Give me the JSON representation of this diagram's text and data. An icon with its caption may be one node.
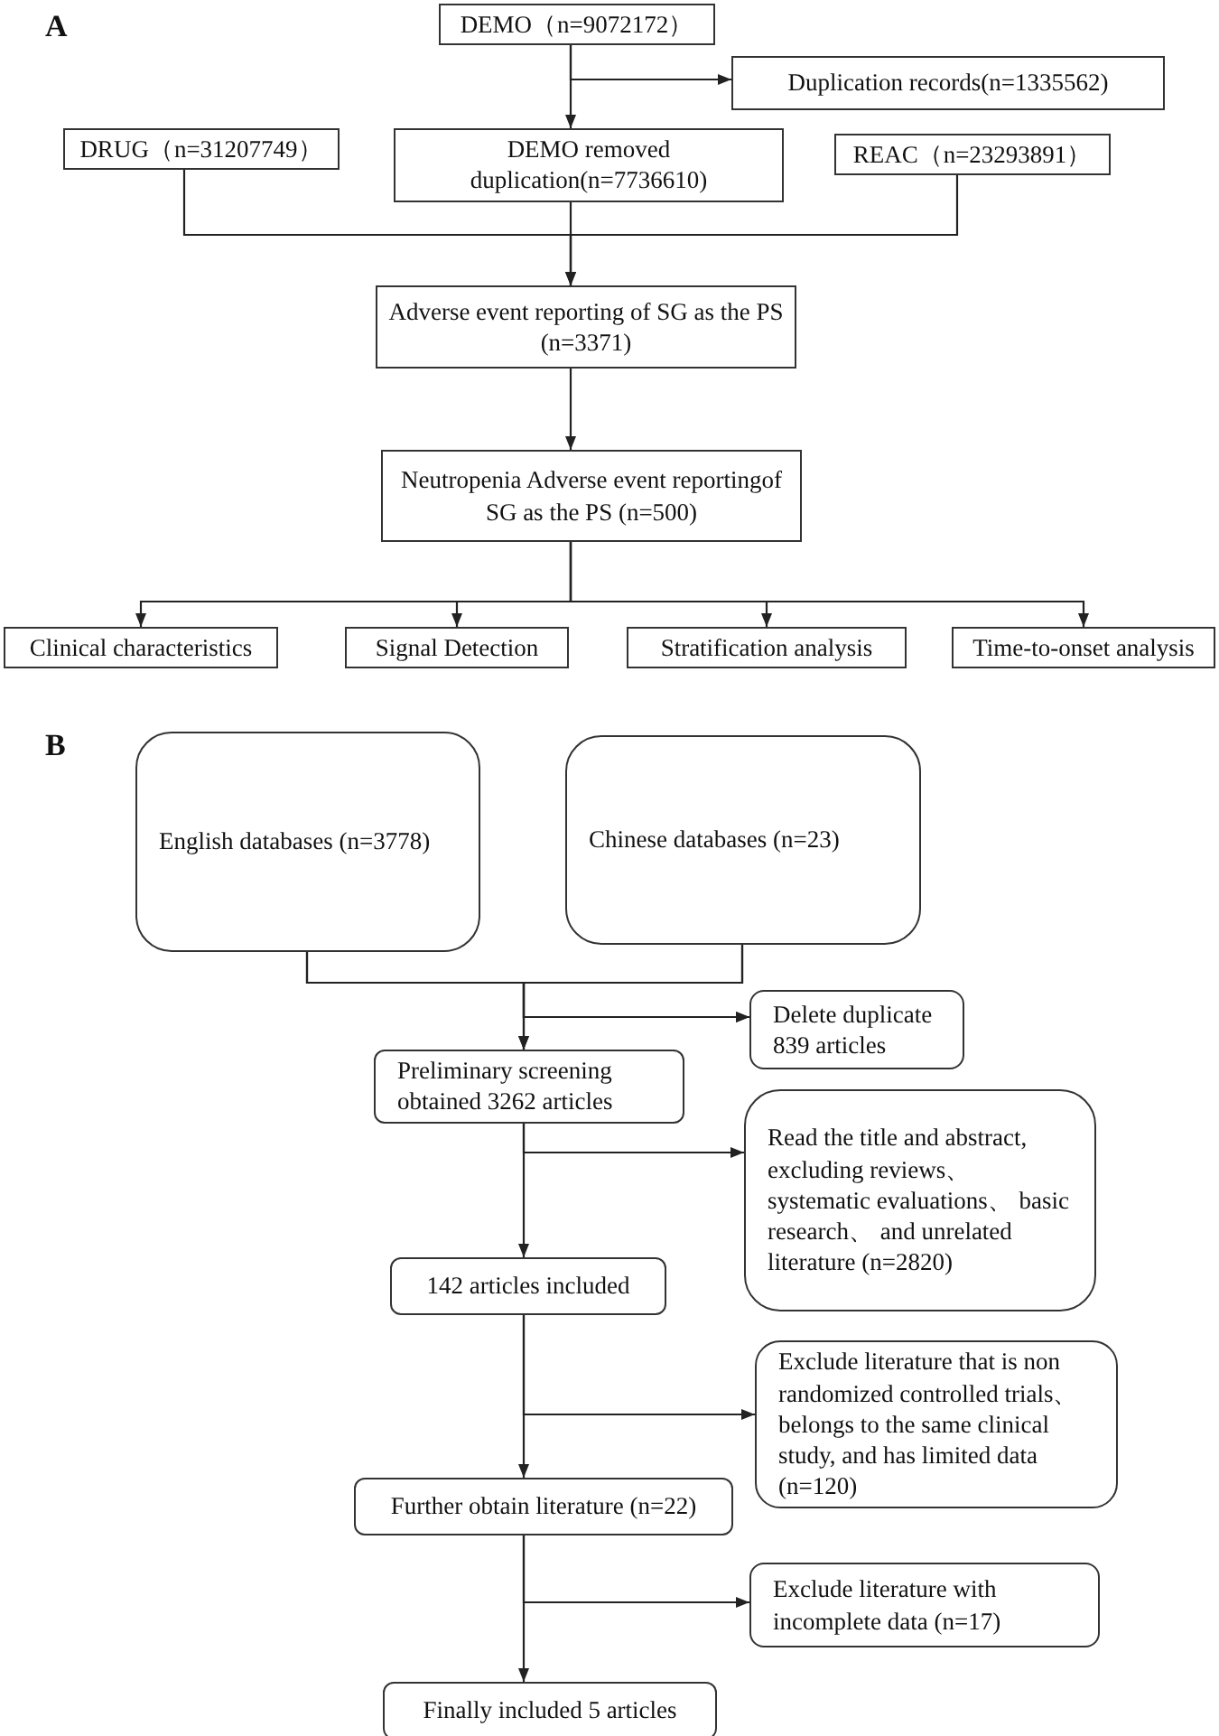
{
  "diagram": {
    "nodes": [
      {
        "text": [
          "DEMO（n=9072172）"
        ]
      },
      {
        "text": [
          "Duplication records(n=1335562)"
        ]
      },
      {
        "text": [
          "DRUG（n=31207749）"
        ]
      },
      {
        "text": [
          "DEMO removed duplication(n=7736610)"
        ]
      },
      {
        "text": [
          "REAC（n=23293891）"
        ]
      },
      {
        "text": [
          "Adverse event reporting of SG as the PS (n=3371)"
        ]
      },
      {
        "text": [
          "Neutropenia Adverse event reportingof SG as the PS (n=500)"
        ]
      },
      {
        "text": [
          "Clinical characteristics"
        ]
      },
      {
        "text": [
          "Signal Detection"
        ]
      },
      {
        "text": [
          "Stratification analysis"
        ]
      },
      {
        "text": [
          "Time-to-onset analysis"
        ]
      },
      {
        "text": [
          "English databases (n=3778)"
        ]
      },
      {
        "text": [
          "Chinese databases (n=23)"
        ]
      },
      {
        "text": [
          "Delete duplicate 839 articles"
        ]
      },
      {
        "text": [
          "Preliminary screening obtained 3262 articles"
        ]
      },
      {
        "text": [
          "Read the title and abstract, excluding reviews、 systematic evaluations、 basic research、 and unrelated literature (n=2820)"
        ]
      },
      {
        "text": [
          "142 articles included"
        ]
      },
      {
        "text": [
          "Exclude literature that is non randomized controlled trials、 belongs to the same clinical study, and has limited data (n=120)"
        ]
      },
      {
        "text": [
          "Further obtain literature (n=22)"
        ]
      },
      {
        "text": [
          "Exclude literature with incomplete data (n=17)"
        ]
      },
      {
        "text": [
          "Finally included 5 articles"
        ]
      }
    ],
    "edges": [
      {
        "from": 0,
        "to": 1,
        "arrow": "to"
      },
      {
        "from": 0,
        "to": 3,
        "arrow": "to"
      },
      {
        "from": 2,
        "to": 5,
        "arrow": "to"
      },
      {
        "from": 3,
        "to": 5,
        "arrow": "to"
      },
      {
        "from": 4,
        "to": 5,
        "arrow": "to"
      },
      {
        "from": 5,
        "to": 6,
        "arrow": "to"
      },
      {
        "from": 6,
        "to": 7,
        "arrow": "to"
      },
      {
        "from": 6,
        "to": 8,
        "arrow": "to"
      },
      {
        "from": 6,
        "to": 9,
        "arrow": "to"
      },
      {
        "from": 6,
        "to": 10,
        "arrow": "to"
      },
      {
        "from": 11,
        "to": 14,
        "arrow": "to"
      },
      {
        "from": 12,
        "to": 14,
        "arrow": "to"
      },
      {
        "from": 11,
        "to": 13,
        "arrow": "to"
      },
      {
        "from": 12,
        "to": 13,
        "arrow": "to"
      },
      {
        "from": 14,
        "to": 15,
        "arrow": "to"
      },
      {
        "from": 14,
        "to": 16,
        "arrow": "to"
      },
      {
        "from": 16,
        "to": 17,
        "arrow": "to"
      },
      {
        "from": 16,
        "to": 18,
        "arrow": "to"
      },
      {
        "from": 18,
        "to": 19,
        "arrow": "to"
      },
      {
        "from": 18,
        "to": 20,
        "arrow": "to"
      }
    ],
    "labels": [
      "A",
      "B"
    ]
  }
}
